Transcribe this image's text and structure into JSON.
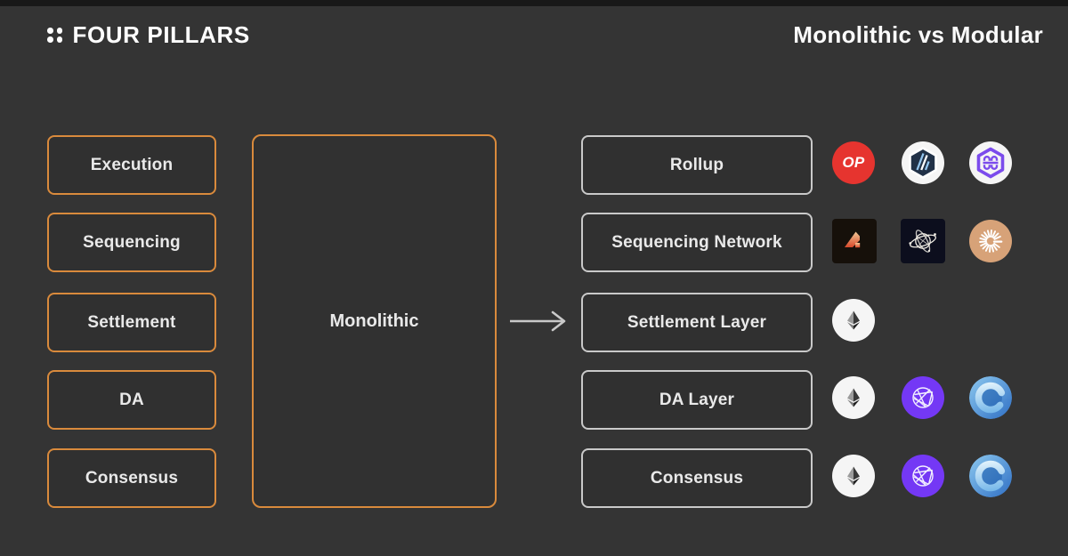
{
  "header": {
    "brand": "FOUR PILLARS",
    "title": "Monolithic vs Modular"
  },
  "monolithic_pillars": [
    "Execution",
    "Sequencing",
    "Settlement",
    "DA",
    "Consensus"
  ],
  "monolithic_label": "Monolithic",
  "modular_rows": [
    {
      "label": "Rollup",
      "logos": [
        "Optimism",
        "Arbitrum",
        "Hexagon badge"
      ]
    },
    {
      "label": "Sequencing Network",
      "logos": [
        "Astria",
        "Espresso",
        "Radius"
      ]
    },
    {
      "label": "Settlement Layer",
      "logos": [
        "Ethereum"
      ]
    },
    {
      "label": "DA Layer",
      "logos": [
        "Ethereum",
        "Celestia",
        "Avail"
      ]
    },
    {
      "label": "Consensus",
      "logos": [
        "Ethereum",
        "Celestia",
        "Avail"
      ]
    }
  ],
  "optimism_text": "OP",
  "colors": {
    "background": "#343434",
    "pillar_border_orange": "#D98A3C",
    "modular_border_gray": "#C9C9C9",
    "box_text": "#E9E9E9",
    "optimism_red": "#E6342F",
    "arbitrum_navy": "#213147",
    "arbitrum_blue": "#93C5EE",
    "hexagon_badge_purple": "#7B4BEC",
    "astria_bg": "#16100A",
    "espresso_bg": "#0C0E1D",
    "radius_tan": "#D7A278",
    "celestia_purple": "#7438F5",
    "avail_blue": "#2F6FC4",
    "ethereum_circle": "#F5F5F5"
  }
}
